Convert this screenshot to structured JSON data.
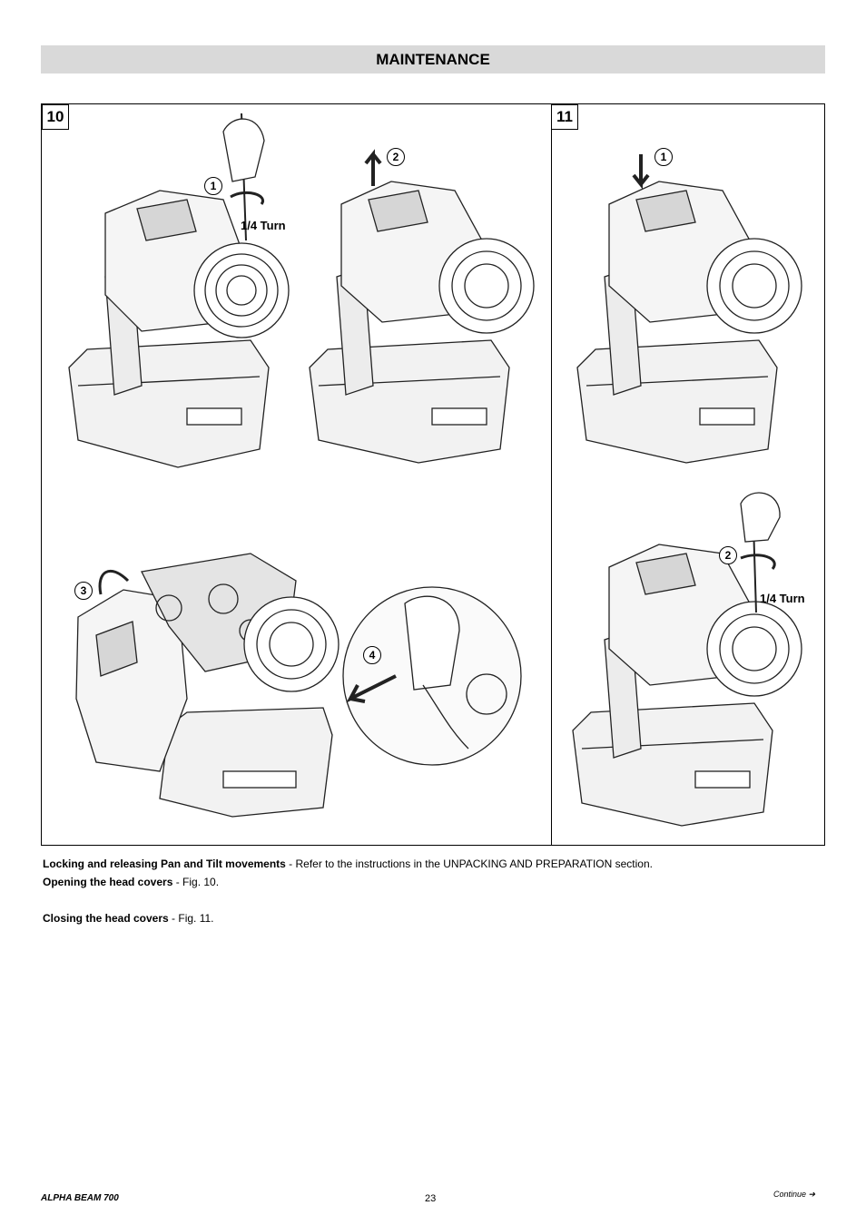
{
  "section_title": "MAINTENANCE",
  "figures": {
    "fig10": {
      "number": "10",
      "callouts": [
        "1",
        "2",
        "3",
        "4"
      ],
      "turn_label": "1/4 Turn"
    },
    "fig11": {
      "number": "11",
      "callouts": [
        "1",
        "2"
      ],
      "turn_label": "1/4 Turn"
    }
  },
  "paragraphs": [
    {
      "bold": "Locking and releasing Pan and Tilt movements",
      "text": " - Refer to the instructions in the UNPACKING AND PREPARATION section."
    },
    {
      "bold": "Opening the head covers",
      "text": " - Fig. 10."
    },
    {
      "bold": "Closing the head covers",
      "text": " - Fig. 11."
    }
  ],
  "footer": {
    "product": "ALPHA BEAM 700",
    "page_number": "23",
    "continue_label": "Continue ➔"
  }
}
